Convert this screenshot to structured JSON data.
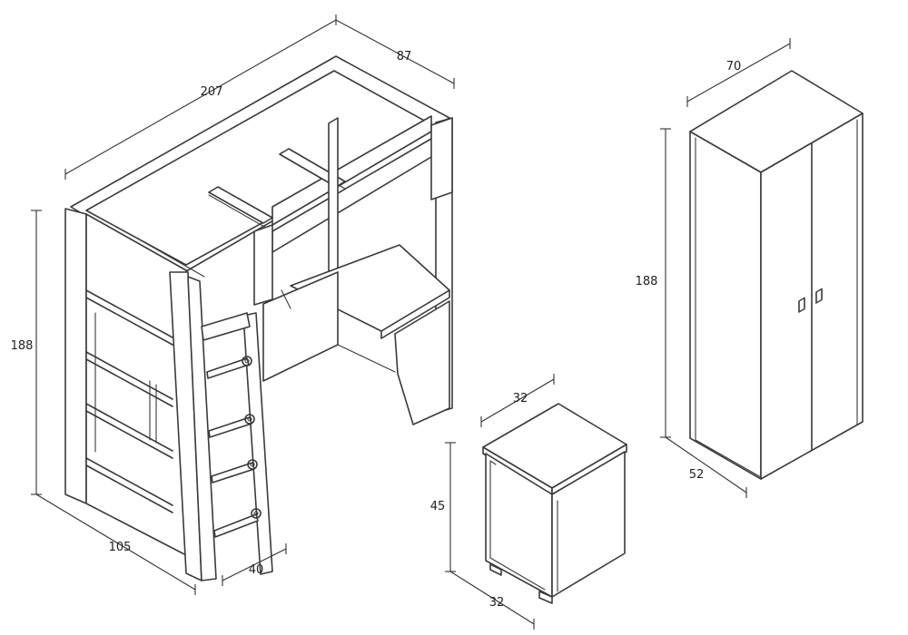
{
  "dimensions": {
    "bed_length": "207",
    "bed_depth": "87",
    "bed_height": "188",
    "bed_width": "105",
    "ladder_width": "40",
    "stool_width_top": "32",
    "stool_height": "45",
    "stool_depth": "32",
    "wardrobe_width": "70",
    "wardrobe_height": "188",
    "wardrobe_depth": "52"
  },
  "colors": {
    "line": "#3a3a3a",
    "background": "#ffffff"
  }
}
